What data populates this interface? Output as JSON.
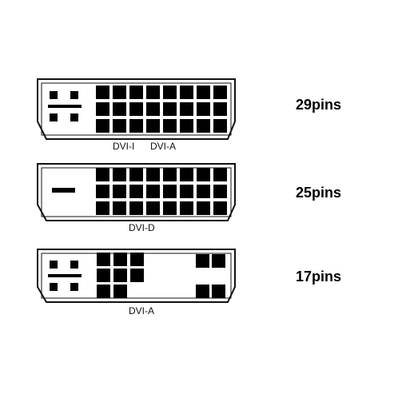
{
  "connectors": [
    {
      "labels": [
        "DVI-I",
        "DVI-A"
      ],
      "pin_count": "29pins",
      "blocks": [
        {
          "rows": 2,
          "cols": 2,
          "split_bar": true
        },
        {
          "rows": 3,
          "cols": 8
        }
      ]
    },
    {
      "labels": [
        "DVI-D"
      ],
      "pin_count": "25pins",
      "blocks": [
        {
          "single_bar": true
        },
        {
          "rows": 3,
          "cols": 8
        }
      ]
    },
    {
      "labels": [
        "DVI-A"
      ],
      "pin_count": "17pins",
      "blocks": [
        {
          "rows": 2,
          "cols": 2,
          "split_bar": true
        },
        {
          "grid_pattern": [
            [
              1,
              1,
              1
            ],
            [
              1,
              1,
              1
            ],
            [
              1,
              1,
              0
            ]
          ]
        },
        {
          "rows": 1,
          "cols": 2
        },
        {
          "rows": 1,
          "cols": 2
        }
      ]
    }
  ],
  "colors": {
    "outline": "#111111",
    "pin": "#000000",
    "text": "#000000"
  }
}
